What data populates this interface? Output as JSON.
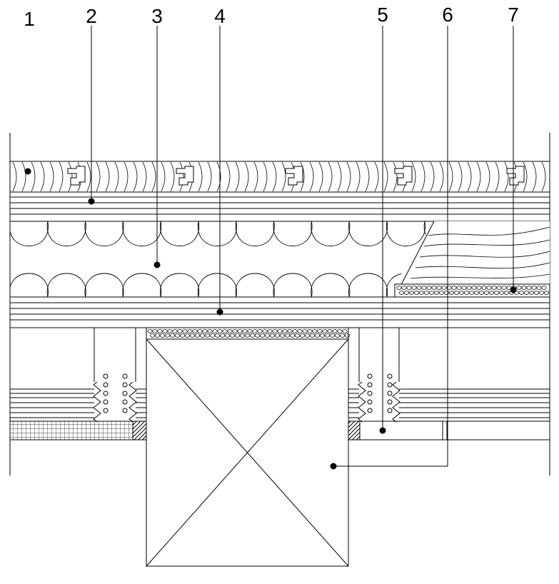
{
  "callouts": [
    {
      "num": "1"
    },
    {
      "num": "2"
    },
    {
      "num": "3"
    },
    {
      "num": "4"
    },
    {
      "num": "5"
    },
    {
      "num": "6"
    },
    {
      "num": "7"
    }
  ],
  "colors": {
    "line": "#000000",
    "background": "#ffffff",
    "hatch": "#000000"
  }
}
